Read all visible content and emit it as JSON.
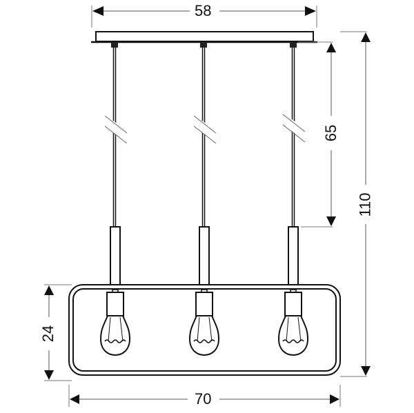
{
  "diagram": {
    "type": "technical-dimension-drawing",
    "subject": "three-light pendant lamp with rectangular frame",
    "dimensions": {
      "canopy_width": "58",
      "cable_length": "65",
      "total_height": "110",
      "frame_height": "24",
      "frame_width": "70"
    },
    "bulb_count": 3,
    "colors": {
      "line": "#111111",
      "dim_line": "#555555",
      "background": "#ffffff"
    }
  }
}
